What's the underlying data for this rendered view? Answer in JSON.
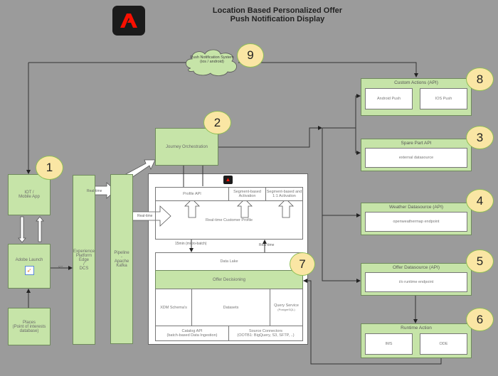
{
  "title": {
    "line1": "Location Based Personalized Offer",
    "line2": "Push Notification Display"
  },
  "logo": {
    "icon": "adobe-logo",
    "color": "#fa0f00"
  },
  "cloud": {
    "label": "Push Notification System\n(ios / android)",
    "number": "9"
  },
  "left": {
    "iot": "IOT /\nMobile App",
    "iot_number": "1",
    "launch": "Adobe Launch",
    "launch_icon": "rocket-icon",
    "places": "Places\n(Point of interests\ndatabase)",
    "rt": "RT",
    "edge": "Experience\nPlatform\nEdge\n/\nDCS",
    "kafka": "Pipeline\n-\nApache\nKafka"
  },
  "journey": {
    "label": "Journey Orchestration",
    "number": "2"
  },
  "arrows": {
    "realtime": "Real-time"
  },
  "platform": {
    "profile_api": "Profile API",
    "segment_activation": "Segment-based\nActivation",
    "segment_1to1": "Segment-based and\n1:1 Activation",
    "rtcp": "Real-time Customer Profile",
    "microbatch": "15min (micro-batch)",
    "realtime": "Real-time",
    "data_lake": "Data Lake",
    "offer_decisioning": "Offer Decisioning",
    "number": "7",
    "xdm": "XDM Schema's",
    "datasets": "Datasets",
    "query_service": "Query Service",
    "query_sub": "(PostgreSQL)",
    "catalog": "Catalog API\n(batch-based Data Ingestion)",
    "connectors": "Source Connectors\n(OOTB1: BigQuery, S3, SFTP, ..)"
  },
  "right": [
    {
      "title": "Custom Actions (API)",
      "number": "8",
      "items": [
        "Android Push",
        "IOS Push"
      ]
    },
    {
      "title": "Spare Part API",
      "number": "3",
      "items": [
        "external datasource"
      ]
    },
    {
      "title": "Weather Datasource (API)",
      "number": "4",
      "items": [
        "openweathermap endpoint"
      ]
    },
    {
      "title": "Offer Datasource (API)",
      "number": "5",
      "items": [
        "i/o runtime endpoint"
      ]
    },
    {
      "title": "Runtime Action",
      "number": "6",
      "items": [
        "IMS",
        "ODE"
      ]
    }
  ]
}
